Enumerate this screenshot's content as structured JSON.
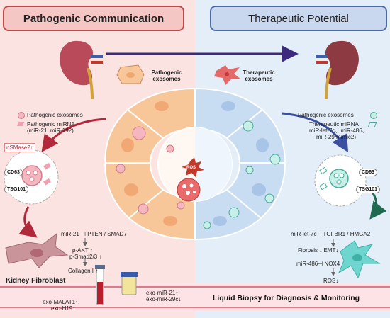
{
  "header": {
    "left_title": "Pathogenic Communication",
    "right_title": "Therapeutic Potential"
  },
  "left": {
    "pathogenic_exosomes_label": "Pathogenic\nexosomes",
    "legend_exosomes": "Pathogenic exosomes",
    "legend_mirna_line1": "Pathogenic miRNA",
    "legend_mirna_line2": "(miR-21, miR-192)",
    "nsmase": "nSMase2↑",
    "cd63": "CD63",
    "tsg101": "TSG101",
    "pathway_line1": "miR-21 ⊣ PTEN / SMAD7",
    "pathway_line2": "p-AKT ↑",
    "pathway_line3": "p-Smad2/3 ↑",
    "pathway_line4": "Collagen I ↑",
    "fibroblast": "Kidney Fibroblast"
  },
  "right": {
    "therapeutic_exosomes_label": "Therapeutic\nexosomes",
    "legend_exosomes": "Pathogenic exosomes",
    "legend_mirna_line1": "Therapeutic miRNA",
    "legend_mirna_line2": "miR-let-7c、miR-486、",
    "legend_mirna_line3": "miR-29 mimic2)",
    "cd63": "CD63",
    "tsg101": "TSG101",
    "pathway_line1": "miR-let-7c⊣ TGFBR1 / HMGA2",
    "pathway_line2": "Fibrosis ↓  EMT↓",
    "pathway_line3": "miR-486⊣ NOX4",
    "pathway_line4": "ROS↓"
  },
  "center": {
    "ros": "ROS"
  },
  "bottom": {
    "exo_mir21": "exo-miR-21↑,",
    "exo_mir29c": "exo-miR-29c↓",
    "exo_malat1": "exo-MALAT1↑,",
    "exo_h19": "exo-H19↑",
    "liquid_biopsy": "Liquid Biopsy for Diagnosis & Monitoring"
  },
  "colors": {
    "pathogenic_red": "#c0392b",
    "therapeutic_blue": "#3b4fa0",
    "cell_orange": "#f7c79a",
    "cell_blue": "#c8dcf2",
    "teal_green": "#1f6b4f"
  }
}
